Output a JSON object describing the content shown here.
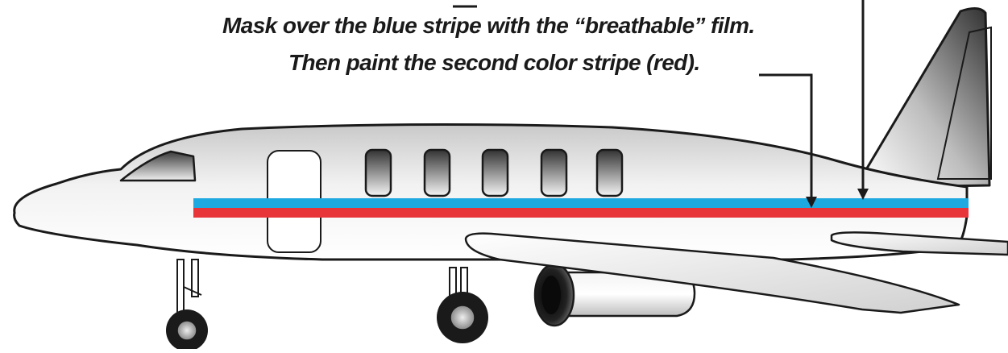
{
  "captions": {
    "line1": "Mask over the blue stripe with the “breathable” film.",
    "line2": "Then paint the second color stripe (red)."
  },
  "colors": {
    "stripe_blue": "#1ea9e1",
    "stripe_red": "#e8353a",
    "outline": "#1a1a1a",
    "fuselage_top": "#cfcfcf",
    "fuselage_bottom": "#ffffff"
  },
  "figure": {
    "subject": "business-jet-side-view",
    "stripes": [
      "blue",
      "red"
    ],
    "windows": 5
  }
}
